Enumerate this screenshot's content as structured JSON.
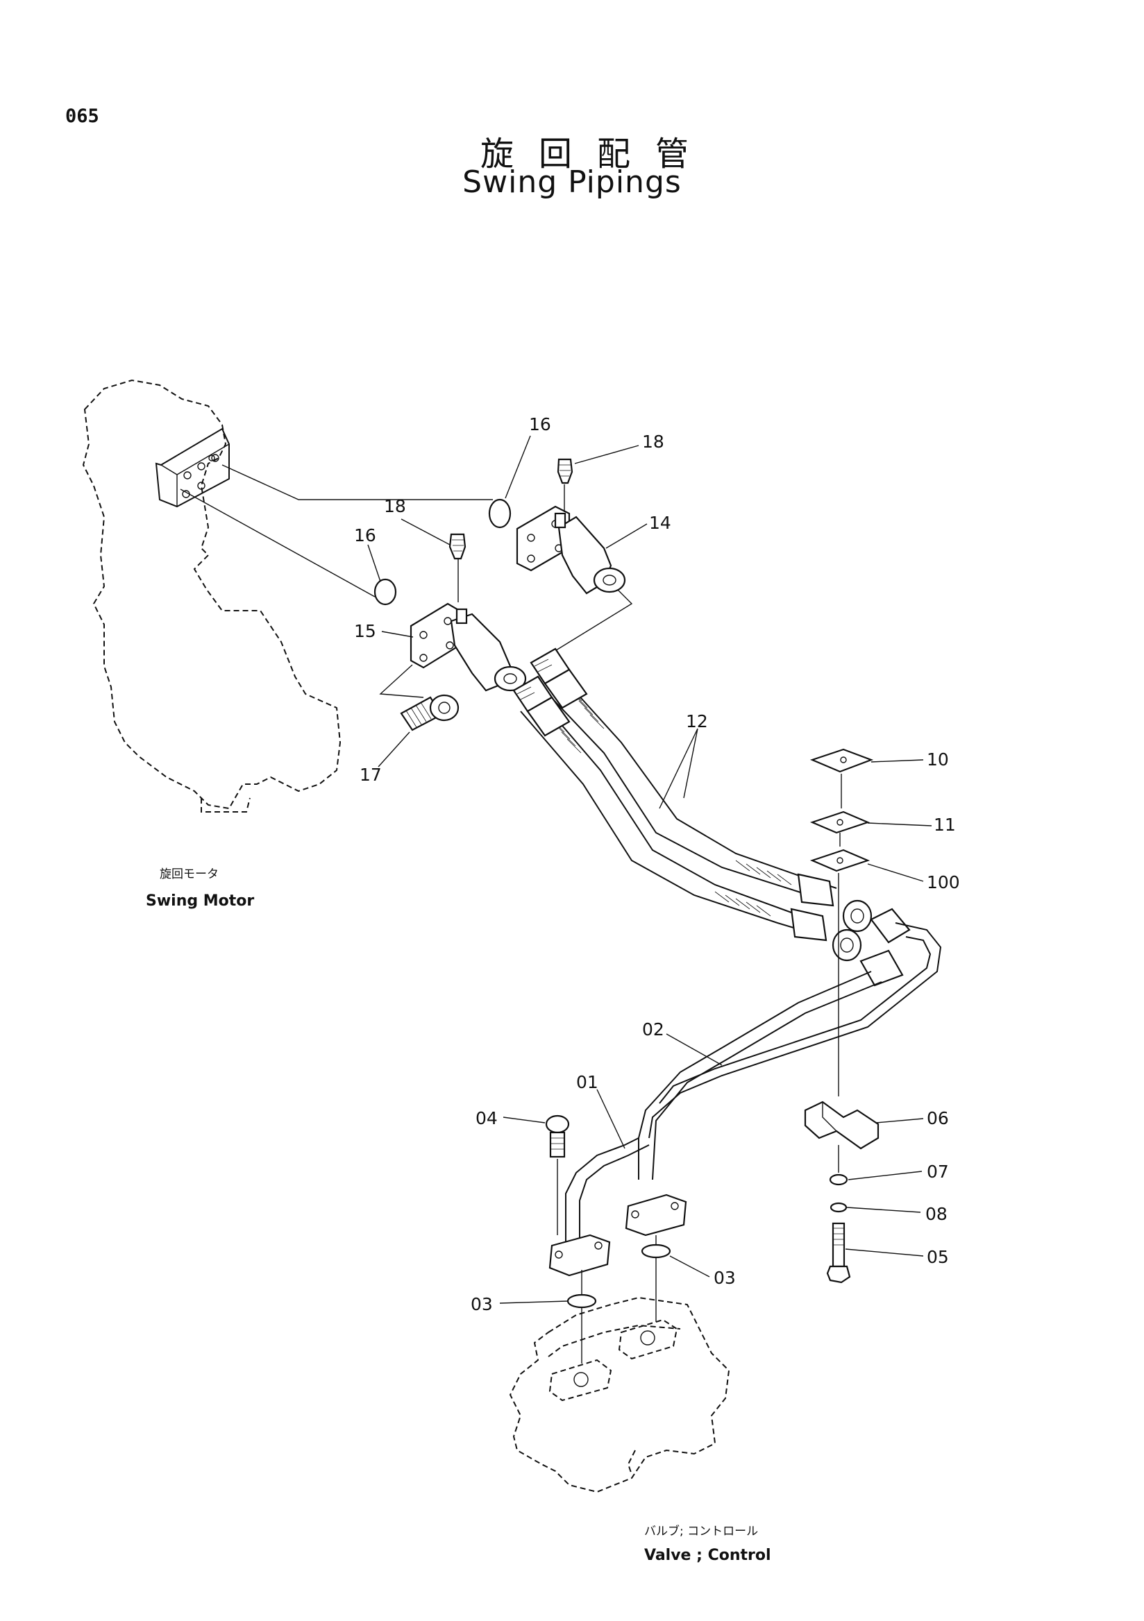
{
  "page": {
    "number": "065",
    "title_jp": "旋回配管",
    "title_en": "Swing Pipings"
  },
  "assemblies": {
    "swing_motor": {
      "name_jp": "旋回モータ",
      "name_en": "Swing Motor"
    },
    "control_valve": {
      "name_jp": "バルブ; コントロール",
      "name_en": "Valve ; Control"
    }
  },
  "callouts": [
    {
      "id": "16a",
      "number": "16"
    },
    {
      "id": "18a",
      "number": "18"
    },
    {
      "id": "14",
      "number": "14"
    },
    {
      "id": "18b",
      "number": "18"
    },
    {
      "id": "16b",
      "number": "16"
    },
    {
      "id": "15",
      "number": "15"
    },
    {
      "id": "17",
      "number": "17"
    },
    {
      "id": "12",
      "number": "12"
    },
    {
      "id": "10",
      "number": "10"
    },
    {
      "id": "11",
      "number": "11"
    },
    {
      "id": "100",
      "number": "100"
    },
    {
      "id": "02",
      "number": "02"
    },
    {
      "id": "01",
      "number": "01"
    },
    {
      "id": "04",
      "number": "04"
    },
    {
      "id": "06",
      "number": "06"
    },
    {
      "id": "07",
      "number": "07"
    },
    {
      "id": "08",
      "number": "08"
    },
    {
      "id": "05",
      "number": "05"
    },
    {
      "id": "03a",
      "number": "03"
    },
    {
      "id": "03b",
      "number": "03"
    }
  ]
}
